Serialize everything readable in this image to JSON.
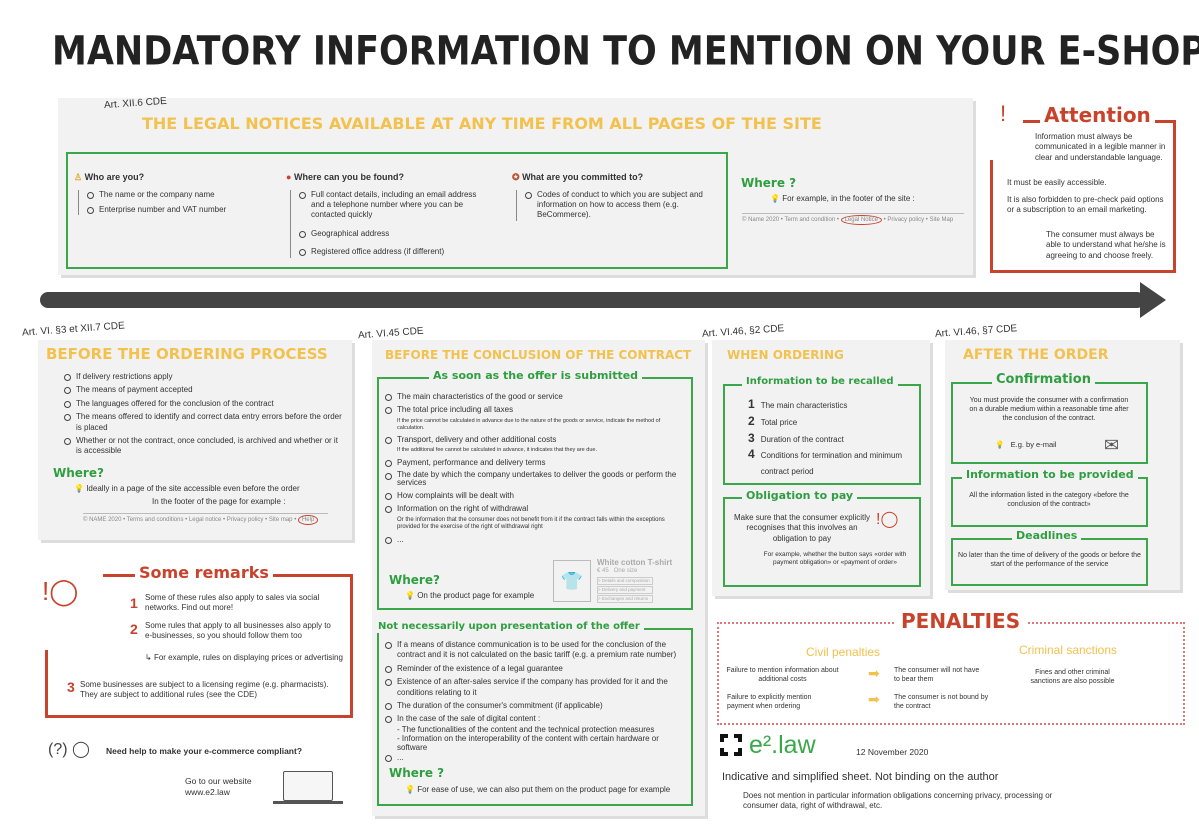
{
  "title": "MANDATORY INFORMATION TO MENTION ON YOUR E-SHOP",
  "legal": {
    "art": "Art. XII.6 CDE",
    "heading": "THE LEGAL NOTICES AVAILABLE AT ANY TIME FROM ALL PAGES OF THE SITE",
    "who": {
      "title": "Who are you?",
      "items": [
        "The name or the company name",
        "Enterprise number and VAT number"
      ]
    },
    "found": {
      "title": "Where can you be found?",
      "items": [
        "Full contact details, including an email address and a telephone number where you can be contacted quickly",
        "Geographical address",
        "Registered office address (if different)"
      ]
    },
    "committed": {
      "title": "What are you committed to?",
      "items": [
        "Codes of conduct to which you are subject and information on how to access them (e.g. BeCommerce)."
      ]
    },
    "where": "Where ?",
    "where_text": "For example, in the footer of the site :",
    "footer": [
      "Name 2020",
      "Term and condition",
      "Legal Notice",
      "Privacy policy",
      "Site Map"
    ]
  },
  "attention": {
    "title": "Attention",
    "p1": "Information must always be communicated in a legible manner in clear and understandable language.",
    "p2": "It must be easily accessible.",
    "p3": "It is also forbidden to pre-check paid options or a subscription to an email marketing.",
    "p4": "The consumer must always be able to understand what he/she is agreeing to and choose freely."
  },
  "before_order": {
    "art": "Art. VI. §3 et XII.7 CDE",
    "heading": "BEFORE THE ORDERING PROCESS",
    "items": [
      "If delivery restrictions apply",
      "The means of payment accepted",
      "The languages offered for the conclusion of the contract",
      "The means offered to identify and correct data entry errors before the order is placed",
      "Whether or not the contract, once concluded, is archived and whether or it is accessible"
    ],
    "where": "Where?",
    "where_text1": "Ideally in a page of the site accessible even before the order",
    "where_text2": "In the footer of the page for example :",
    "footer": [
      "NAME 2020",
      "Terms and conditions",
      "Legal notice",
      "Privacy policy",
      "Site map",
      "Help"
    ]
  },
  "before_contract": {
    "art": "Art. VI.45 CDE",
    "heading": "BEFORE THE CONCLUSION OF THE CONTRACT",
    "submitted": {
      "title": "As soon as the offer is submitted",
      "i1": "The main characteristics of the good or service",
      "i2": "The total price including all taxes",
      "n2": "If the price cannot be calculated in advance due to the nature of the goods or service, indicate the method of calculation.",
      "i3": "Transport, delivery and other additional costs",
      "n3": "If the additional fee cannot be calculated in advance, it indicates that they are due.",
      "i4": "Payment, performance and delivery terms",
      "i5": "The date by which the company undertakes to deliver the goods or perform the services",
      "i6": "How complaints will be dealt with",
      "i7": "Information on the right of withdrawal",
      "n7": "Or the information that the consumer does not benefit from it if the contract falls within the exceptions provided for the exercise of the right of withdrawal right",
      "i8": "...",
      "where": "Where?",
      "where_text": "On the product page for example",
      "product": {
        "name": "White cotton T-shirt",
        "price": "€ 45",
        "size": "One size",
        "links": [
          "> Details and composition",
          "> Delivery and payment",
          "> Exchanges and returns"
        ]
      }
    },
    "not_necessarily": {
      "title": "Not necessarily upon presentation of the offer",
      "i1": "If a means of distance communication is to be used for the conclusion of the contract and it is not calculated on the basic tariff (e.g. a premium rate number)",
      "i2": "Reminder of the existence of a legal guarantee",
      "i3": "Existence of an after-sales service if the company has provided for it and the conditions relating to it",
      "i4": "The duration of the consumer's commitment (if applicable)",
      "i5": "In the case of the sale of digital content :",
      "d1": "- The functionalities of the content and the technical protection measures",
      "d2": "- Information on the interoperability of the content with certain hardware or software",
      "i6": "...",
      "where": "Where ?",
      "where_text": "For ease of use, we can also put them on the product page for example"
    }
  },
  "when_ordering": {
    "art": "Art. VI.46, §2 CDE",
    "heading": "WHEN ORDERING",
    "recall": {
      "title": "Information to be recalled",
      "items": [
        "The main characteristics",
        "Total price",
        "Duration of the contract",
        "Conditions for termination and minimum contract period"
      ]
    },
    "pay": {
      "title": "Obligation to pay",
      "text": "Make sure that the consumer explicitly recognises that this involves an obligation to pay",
      "example": "For example, whether the button says «order with payment obligation» or «payment of order»"
    }
  },
  "after_order": {
    "art": "Art. VI.46, §7 CDE",
    "heading": "AFTER THE ORDER",
    "confirm": {
      "title": "Confirmation",
      "text": "You must provide the consumer with a confirmation on a durable medium within a reasonable time after the conclusion of the contract.",
      "eg": "E.g. by e-mail"
    },
    "provided": {
      "title": "Information to be provided",
      "text": "All the information listed in the category «before the conclusion of the contract»"
    },
    "deadlines": {
      "title": "Deadlines",
      "text": "No later than the time of delivery of the goods or before the start of the performance of the service"
    }
  },
  "remarks": {
    "title": "Some remarks",
    "r1": "Some of these rules also apply to sales via social networks. Find out more!",
    "r2": "Some rules that apply to all businesses also apply to e-businesses, so you should follow them too",
    "r2b": "For example, rules on displaying prices or advertising",
    "r3": "Some businesses are subject to a licensing regime (e.g. pharmacists). They are subject to additional rules (see the CDE)",
    "n1": "1",
    "n2": "2",
    "n3": "3"
  },
  "help": {
    "question": "Need help to make your e-commerce compliant?",
    "go": "Go to our website",
    "url": "www.e2.law"
  },
  "penalties": {
    "title": "PENALTIES",
    "civil": "Civil penalties",
    "criminal": "Criminal sanctions",
    "c1": "Failure to mention information about additional costs",
    "c1r": "The consumer will not have to bear them",
    "c2": "Failure to explicitly mention payment when ordering",
    "c2r": "The consumer is not bound by the contract",
    "crim_text": "Fines and other criminal sanctions are also possible"
  },
  "brand": {
    "logo": "e².law",
    "date": "12 November 2020",
    "disclaimer": "Indicative and simplified sheet. Not binding on the author",
    "note": "Does not mention in particular information obligations concerning privacy, processing or consumer data, right of withdrawal, etc."
  },
  "colors": {
    "yellow": "#f2c14e",
    "green": "#3aa84a",
    "red": "#c8432b",
    "gray": "#f3f2f2"
  }
}
